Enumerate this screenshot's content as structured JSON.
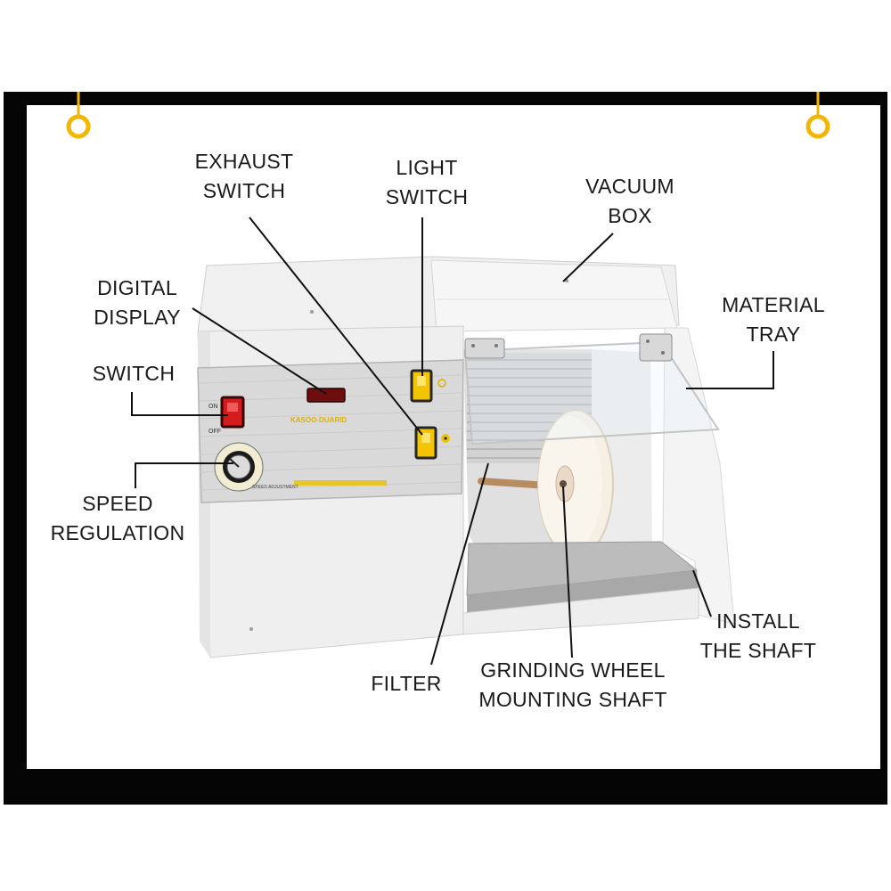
{
  "labels": {
    "exhaust_switch": [
      "EXHAUST",
      "SWITCH"
    ],
    "light_switch": [
      "LIGHT",
      "SWITCH"
    ],
    "vacuum_box": [
      "VACUUM",
      "BOX"
    ],
    "digital_display": [
      "DIGITAL",
      "DISPLAY"
    ],
    "material_tray": [
      "MATERIAL",
      "TRAY"
    ],
    "switch": [
      "SWITCH"
    ],
    "speed_regulation": [
      "SPEED",
      "REGULATION"
    ],
    "install_the_shaft": [
      "INSTALL",
      "THE SHAFT"
    ],
    "filter": [
      "FILTER"
    ],
    "grinding_wheel_mounting_shaft": [
      "GRINDING WHEEL",
      "MOUNTING SHAFT"
    ]
  },
  "panel_text": {
    "on": "ON",
    "off": "OFF",
    "model": "KASOO-DUARID",
    "speed_adjust": "SPEED ADJUSTMENT"
  },
  "colors": {
    "frame": "#050505",
    "hanger_ring": "#f2b705",
    "power_switch": "#d41c1c",
    "toggle_switch": "#f5c400",
    "led_display": "#6e0d0d"
  }
}
